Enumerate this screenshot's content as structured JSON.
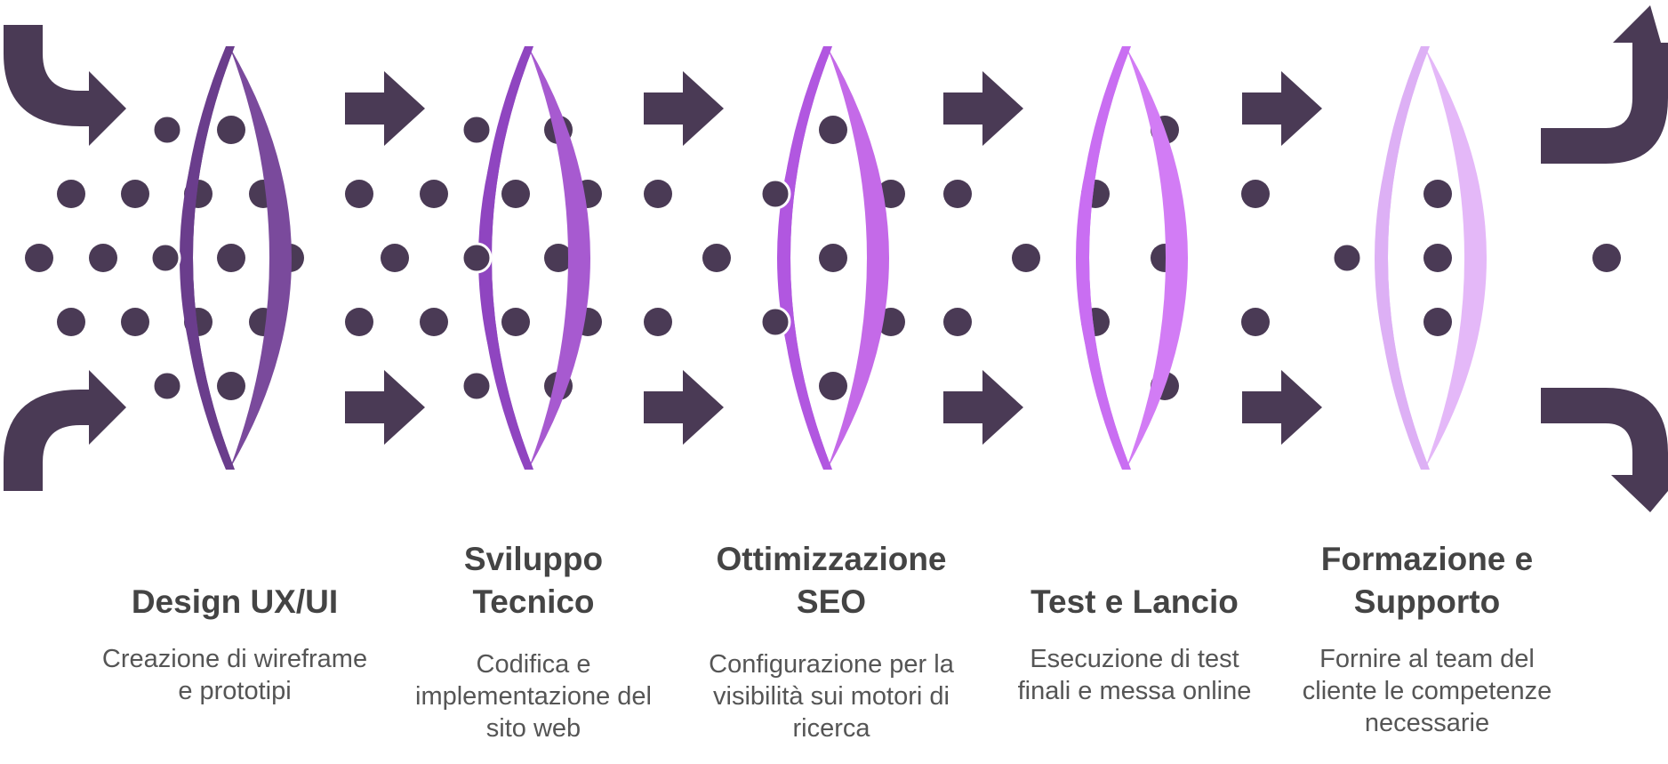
{
  "colors": {
    "dark": "#4a3a55",
    "dot_ring": "#ffffff",
    "stages": [
      [
        "#6a3d8c",
        "#7a4a9c"
      ],
      [
        "#8f45c0",
        "#a75ad0"
      ],
      [
        "#b157e0",
        "#c46ae8"
      ],
      [
        "#c96ef2",
        "#d27cf5"
      ],
      [
        "#ddb0f5",
        "#e4b8f8"
      ]
    ]
  },
  "stages": [
    {
      "title": "Design UX/UI",
      "description": "Creazione di wireframe e prototipi",
      "icon": "lens-ring-icon"
    },
    {
      "title": "Sviluppo Tecnico",
      "description": "Codifica e implementazione del sito web",
      "icon": "lens-ring-icon"
    },
    {
      "title": "Ottimizzazione SEO",
      "description": "Configurazione per la visibilità sui motori di ricerca",
      "icon": "lens-ring-icon"
    },
    {
      "title": "Test e Lancio",
      "description": "Esecuzione di test finali e messa online",
      "icon": "lens-ring-icon"
    },
    {
      "title": "Formazione e Supporto",
      "description": "Fornire al team del cliente le competenze necessarie",
      "icon": "lens-ring-icon"
    }
  ],
  "icons": {
    "inflow": "curved-inflow-arrow-icon",
    "outflow": "curved-outflow-arrow-icon",
    "connector": "right-arrow-icon",
    "particle": "dot-icon"
  }
}
